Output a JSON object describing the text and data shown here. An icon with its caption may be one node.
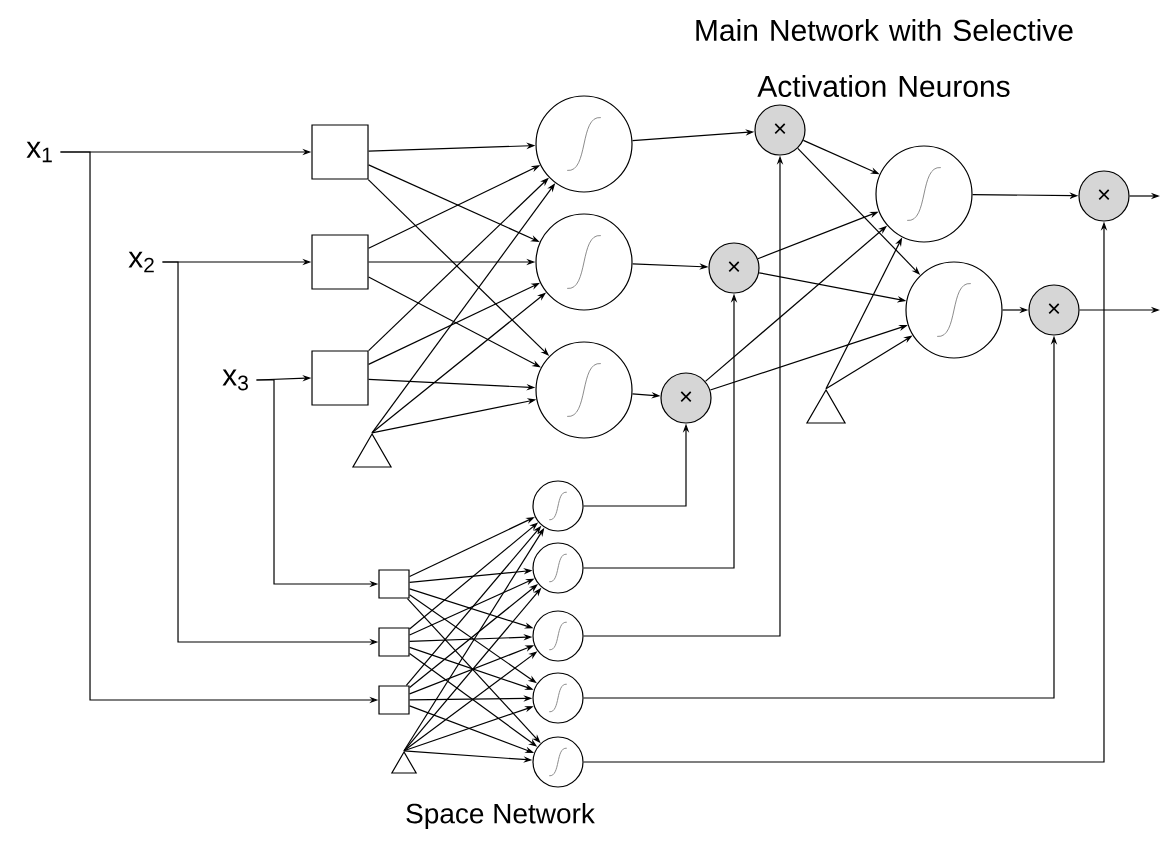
{
  "diagram": {
    "title": "Main Network with Selective Activation Neurons",
    "nodes": [
      {
        "text": [
          "x$_{1}$"
        ]
      },
      {
        "text": [
          "x$_{2}$"
        ]
      },
      {
        "text": [
          "x$_{3}$"
        ]
      },
      {
        "text": [],
        "shape": "box"
      },
      {
        "text": [],
        "shape": "box"
      },
      {
        "text": [],
        "shape": "box"
      },
      {
        "text": [],
        "shape": "triangle"
      },
      {
        "text": [],
        "shape": "circle"
      },
      {
        "text": [],
        "shape": "circle"
      },
      {
        "text": [],
        "shape": "circle"
      },
      {
        "text": [
          "×"
        ]
      },
      {
        "text": [
          "×"
        ]
      },
      {
        "text": [
          "×"
        ]
      },
      {
        "text": [],
        "shape": "circle"
      },
      {
        "text": [],
        "shape": "circle"
      },
      {
        "text": [],
        "shape": "triangle"
      },
      {
        "text": [
          "×"
        ]
      },
      {
        "text": [
          "×"
        ]
      },
      {
        "text": [],
        "shape": "box"
      },
      {
        "text": [],
        "shape": "box"
      },
      {
        "text": [],
        "shape": "box"
      },
      {
        "text": [],
        "shape": "triangle"
      },
      {
        "text": [],
        "shape": "circle"
      },
      {
        "text": [],
        "shape": "circle"
      },
      {
        "text": [],
        "shape": "circle"
      },
      {
        "text": [],
        "shape": "circle"
      },
      {
        "text": [],
        "shape": "circle"
      }
    ],
    "edges": [
      {
        "from": 0,
        "to": 3,
        "arrow": "to"
      },
      {
        "from": 0,
        "to": 20,
        "arrow": "to"
      },
      {
        "from": 1,
        "to": 4,
        "arrow": "to"
      },
      {
        "from": 1,
        "to": 19,
        "arrow": "to"
      },
      {
        "from": 2,
        "to": 5,
        "arrow": "to"
      },
      {
        "from": 2,
        "to": 18,
        "arrow": "to"
      },
      {
        "from": 3,
        "to": 7,
        "arrow": "to"
      },
      {
        "from": 3,
        "to": 8,
        "arrow": "to"
      },
      {
        "from": 3,
        "to": 9,
        "arrow": "to"
      },
      {
        "from": 4,
        "to": 7,
        "arrow": "to"
      },
      {
        "from": 4,
        "to": 8,
        "arrow": "to"
      },
      {
        "from": 4,
        "to": 9,
        "arrow": "to"
      },
      {
        "from": 5,
        "to": 7,
        "arrow": "to"
      },
      {
        "from": 5,
        "to": 8,
        "arrow": "to"
      },
      {
        "from": 5,
        "to": 9,
        "arrow": "to"
      },
      {
        "from": 6,
        "to": 7,
        "arrow": "to"
      },
      {
        "from": 6,
        "to": 8,
        "arrow": "to"
      },
      {
        "from": 6,
        "to": 9,
        "arrow": "to"
      },
      {
        "from": 7,
        "to": 10,
        "arrow": "to"
      },
      {
        "from": 8,
        "to": 11,
        "arrow": "to"
      },
      {
        "from": 9,
        "to": 12,
        "arrow": "to"
      },
      {
        "from": 10,
        "to": 13,
        "arrow": "to"
      },
      {
        "from": 10,
        "to": 14,
        "arrow": "to"
      },
      {
        "from": 11,
        "to": 13,
        "arrow": "to"
      },
      {
        "from": 11,
        "to": 14,
        "arrow": "to"
      },
      {
        "from": 12,
        "to": 13,
        "arrow": "to"
      },
      {
        "from": 12,
        "to": 14,
        "arrow": "to"
      },
      {
        "from": 15,
        "to": 13,
        "arrow": "to"
      },
      {
        "from": 15,
        "to": 14,
        "arrow": "to"
      },
      {
        "from": 13,
        "to": 16,
        "arrow": "to"
      },
      {
        "from": 14,
        "to": 17,
        "arrow": "to"
      },
      {
        "from": 16,
        "to": null,
        "arrow": "to"
      },
      {
        "from": 17,
        "to": null,
        "arrow": "to"
      },
      {
        "from": 18,
        "to": 22,
        "arrow": "to"
      },
      {
        "from": 18,
        "to": 23,
        "arrow": "to"
      },
      {
        "from": 18,
        "to": 24,
        "arrow": "to"
      },
      {
        "from": 18,
        "to": 25,
        "arrow": "to"
      },
      {
        "from": 18,
        "to": 26,
        "arrow": "to"
      },
      {
        "from": 19,
        "to": 22,
        "arrow": "to"
      },
      {
        "from": 19,
        "to": 23,
        "arrow": "to"
      },
      {
        "from": 19,
        "to": 24,
        "arrow": "to"
      },
      {
        "from": 19,
        "to": 25,
        "arrow": "to"
      },
      {
        "from": 19,
        "to": 26,
        "arrow": "to"
      },
      {
        "from": 20,
        "to": 22,
        "arrow": "to"
      },
      {
        "from": 20,
        "to": 23,
        "arrow": "to"
      },
      {
        "from": 20,
        "to": 24,
        "arrow": "to"
      },
      {
        "from": 20,
        "to": 25,
        "arrow": "to"
      },
      {
        "from": 20,
        "to": 26,
        "arrow": "to"
      },
      {
        "from": 21,
        "to": 22,
        "arrow": "to"
      },
      {
        "from": 21,
        "to": 23,
        "arrow": "to"
      },
      {
        "from": 21,
        "to": 24,
        "arrow": "to"
      },
      {
        "from": 21,
        "to": 25,
        "arrow": "to"
      },
      {
        "from": 21,
        "to": 26,
        "arrow": "to"
      },
      {
        "from": 22,
        "to": 12,
        "arrow": "to"
      },
      {
        "from": 23,
        "to": 11,
        "arrow": "to"
      },
      {
        "from": 24,
        "to": 10,
        "arrow": "to"
      },
      {
        "from": 25,
        "to": 17,
        "arrow": "to"
      },
      {
        "from": 26,
        "to": 16,
        "arrow": "to"
      }
    ],
    "labels": [
      "Space Network"
    ]
  }
}
